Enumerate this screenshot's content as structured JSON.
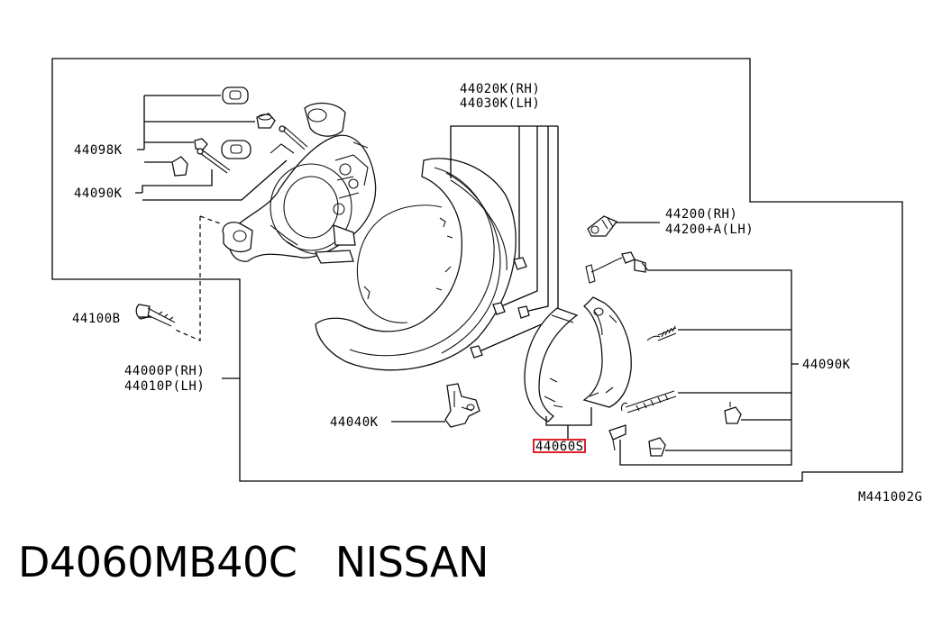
{
  "labels": {
    "shoe_set_rh": "44020K(RH)",
    "shoe_set_lh": "44030K(LH)",
    "hardware_a": "44098K",
    "spring_kit_top": "44090K",
    "adjuster_rh": "44200(RH)",
    "adjuster_lh": "44200+A(LH)",
    "bolt": "44100B",
    "plate_rh": "44000P(RH)",
    "plate_lh": "44010P(LH)",
    "spring_kit_right": "44090K",
    "lever": "44040K",
    "shoe": "44060S",
    "diagram_code": "M441002G"
  },
  "highlight": {
    "target": "44060S",
    "color": "#e0202c"
  },
  "footer": {
    "part_number": "D4060MB40C",
    "brand": "NISSAN"
  }
}
